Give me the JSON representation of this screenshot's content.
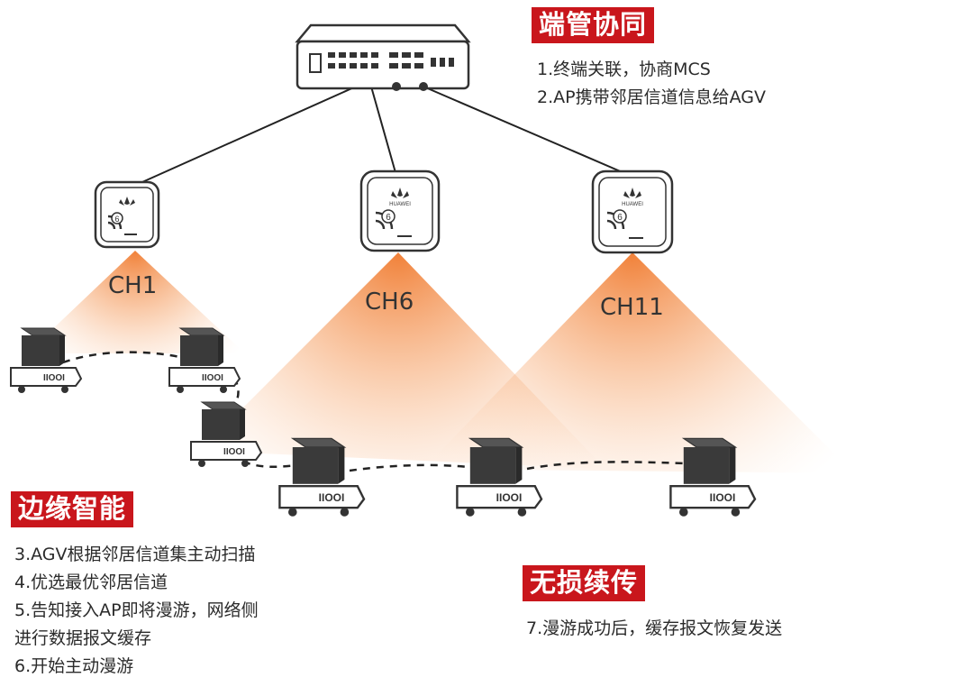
{
  "sections": {
    "collaboration": {
      "tag": "端管协同",
      "lines": [
        "1.终端关联，协商MCS",
        "2.AP携带邻居信道信息给AGV"
      ]
    },
    "edge": {
      "tag": "边缘智能",
      "lines": [
        "3.AGV根据邻居信道集主动扫描",
        "4.优选最优邻居信道",
        "5.告知接入AP即将漫游，网络侧",
        "进行数据报文缓存",
        "6.开始主动漫游"
      ]
    },
    "lossless": {
      "tag": "无损续传",
      "lines": [
        "7.漫游成功后，缓存报文恢复发送"
      ]
    }
  },
  "channels": [
    "CH1",
    "CH6",
    "CH11"
  ],
  "ap_icon_text": "6",
  "ap_brand": "HUAWEI",
  "agv_label": "IIOOI",
  "colors": {
    "accent": "#c9161c",
    "beam": "#f39a5a"
  }
}
